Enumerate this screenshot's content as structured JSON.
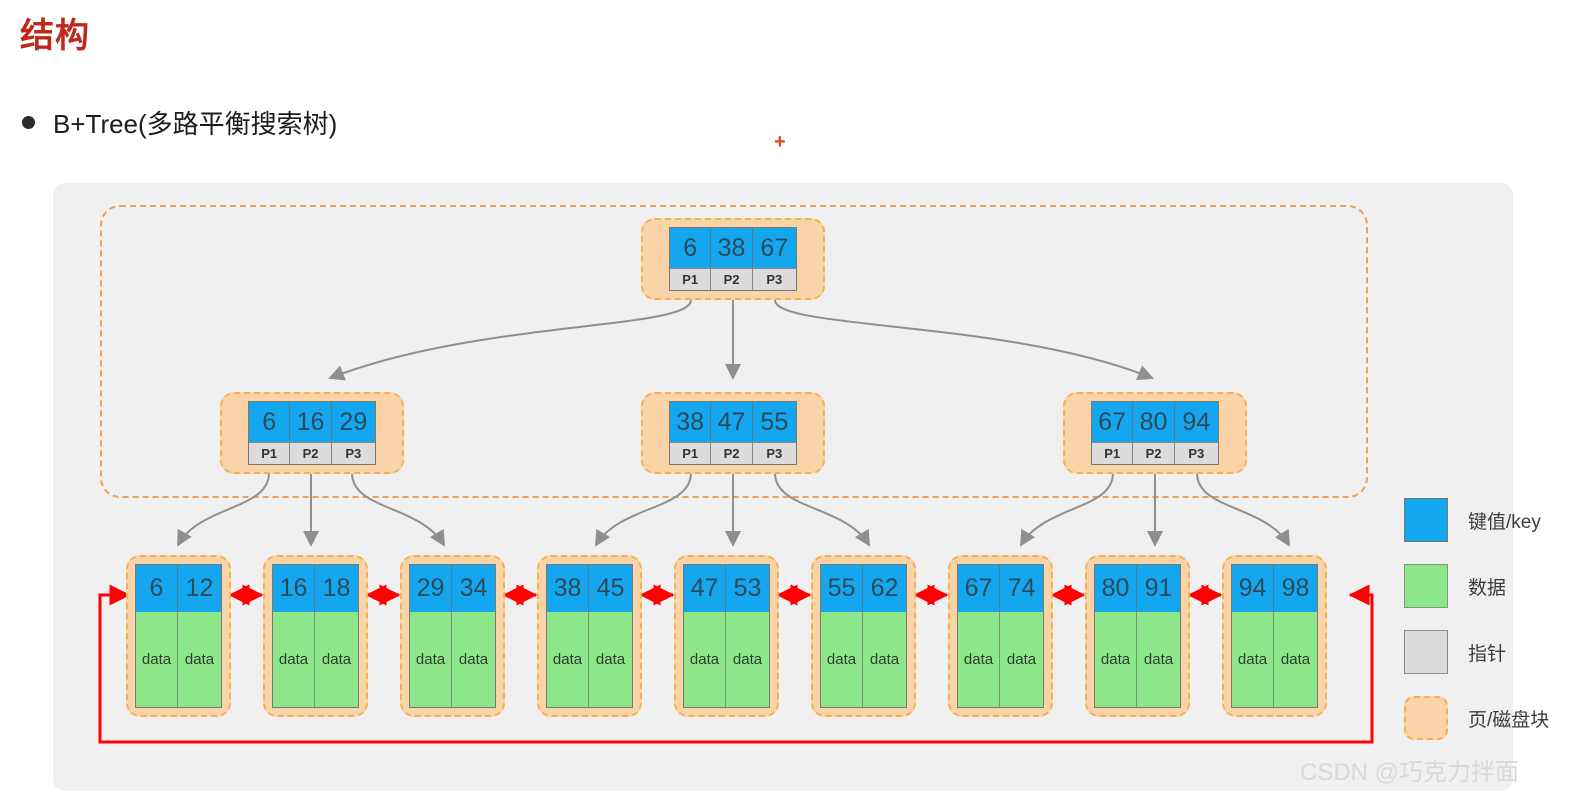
{
  "header": {
    "title": "结构",
    "bullet_text": "B+Tree(多路平衡搜索树)",
    "plus_mark": "+"
  },
  "tree": {
    "root": {
      "keys": [
        "6",
        "38",
        "67"
      ],
      "pointers": [
        "P1",
        "P2",
        "P3"
      ]
    },
    "internal": [
      {
        "keys": [
          "6",
          "16",
          "29"
        ],
        "pointers": [
          "P1",
          "P2",
          "P3"
        ]
      },
      {
        "keys": [
          "38",
          "47",
          "55"
        ],
        "pointers": [
          "P1",
          "P2",
          "P3"
        ]
      },
      {
        "keys": [
          "67",
          "80",
          "94"
        ],
        "pointers": [
          "P1",
          "P2",
          "P3"
        ]
      }
    ],
    "leaves": [
      {
        "keys": [
          "6",
          "12"
        ],
        "datas": [
          "data",
          "data"
        ]
      },
      {
        "keys": [
          "16",
          "18"
        ],
        "datas": [
          "data",
          "data"
        ]
      },
      {
        "keys": [
          "29",
          "34"
        ],
        "datas": [
          "data",
          "data"
        ]
      },
      {
        "keys": [
          "38",
          "45"
        ],
        "datas": [
          "data",
          "data"
        ]
      },
      {
        "keys": [
          "47",
          "53"
        ],
        "datas": [
          "data",
          "data"
        ]
      },
      {
        "keys": [
          "55",
          "62"
        ],
        "datas": [
          "data",
          "data"
        ]
      },
      {
        "keys": [
          "67",
          "74"
        ],
        "datas": [
          "data",
          "data"
        ]
      },
      {
        "keys": [
          "80",
          "91"
        ],
        "datas": [
          "data",
          "data"
        ]
      },
      {
        "keys": [
          "94",
          "98"
        ],
        "datas": [
          "data",
          "data"
        ]
      }
    ]
  },
  "legend": {
    "items": [
      {
        "label": "键值/key",
        "color": "#14a7f0",
        "swatch": "sw-key"
      },
      {
        "label": "数据",
        "color": "#8ee68b",
        "swatch": "sw-data"
      },
      {
        "label": "指针",
        "color": "#dcdcdc",
        "swatch": "sw-ptr"
      },
      {
        "label": "页/磁盘块",
        "color": "#fad3a8",
        "swatch": "sw-page"
      }
    ]
  },
  "colors": {
    "title": "#c0281c",
    "key": "#14a7f0",
    "data": "#8ee68b",
    "pointer": "#dcdcdc",
    "page": "#fad3a8",
    "page_border": "#f0b352",
    "connector": "#8f8f8f",
    "leaf_link": "#ff0000",
    "panel": "#f0f0f0"
  },
  "watermark": "CSDN @巧克力拌面"
}
